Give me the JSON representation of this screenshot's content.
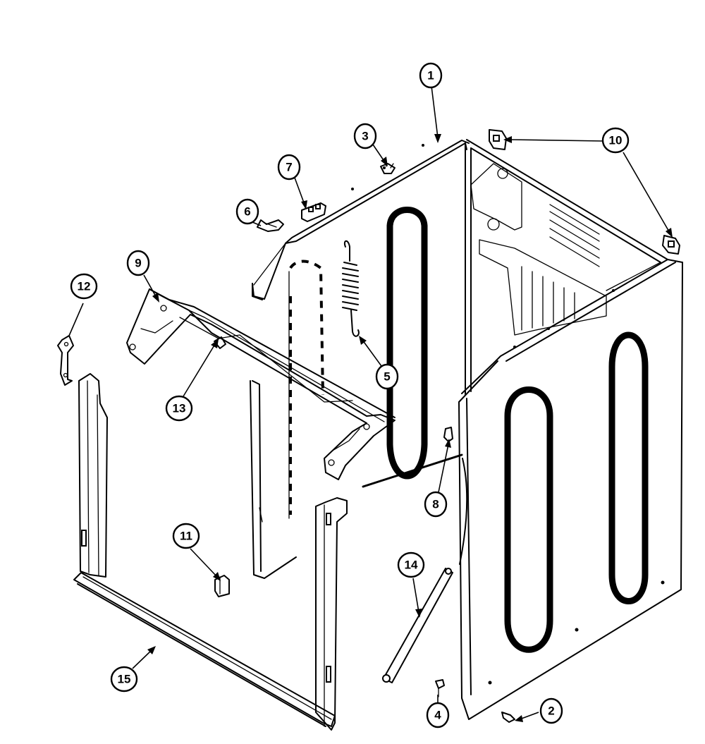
{
  "diagram": {
    "callouts": [
      {
        "label": "1"
      },
      {
        "label": "2"
      },
      {
        "label": "3"
      },
      {
        "label": "4"
      },
      {
        "label": "5"
      },
      {
        "label": "6"
      },
      {
        "label": "7"
      },
      {
        "label": "8"
      },
      {
        "label": "9"
      },
      {
        "label": "10"
      },
      {
        "label": "11"
      },
      {
        "label": "12"
      },
      {
        "label": "13"
      },
      {
        "label": "14"
      },
      {
        "label": "15"
      }
    ]
  }
}
